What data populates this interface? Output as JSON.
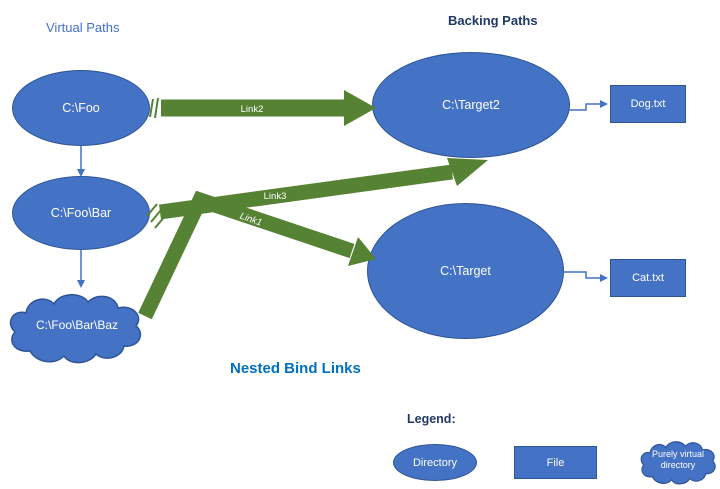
{
  "titles": {
    "virtual_paths": "Virtual Paths",
    "backing_paths": "Backing Paths",
    "nested_bind_links": "Nested Bind Links",
    "legend": "Legend:"
  },
  "nodes": {
    "foo": "C:\\Foo",
    "foo_bar": "C:\\Foo\\Bar",
    "foo_bar_baz": "C:\\Foo\\Bar\\Baz",
    "target2": "C:\\Target2",
    "target": "C:\\Target",
    "dog_file": "Dog.txt",
    "cat_file": "Cat.txt"
  },
  "links": {
    "link1": "Link1",
    "link2": "Link2",
    "link3": "Link3"
  },
  "legend": {
    "directory": "Directory",
    "file": "File",
    "purely_virtual": "Purely virtual directory"
  },
  "colors": {
    "node_fill": "#4472C4",
    "node_border": "#2F5597",
    "arrow_green": "#568234",
    "connector_blue": "#4472C4",
    "title_blue": "#4472C4",
    "dark_navy": "#203864",
    "accent_blue": "#0070C0"
  }
}
